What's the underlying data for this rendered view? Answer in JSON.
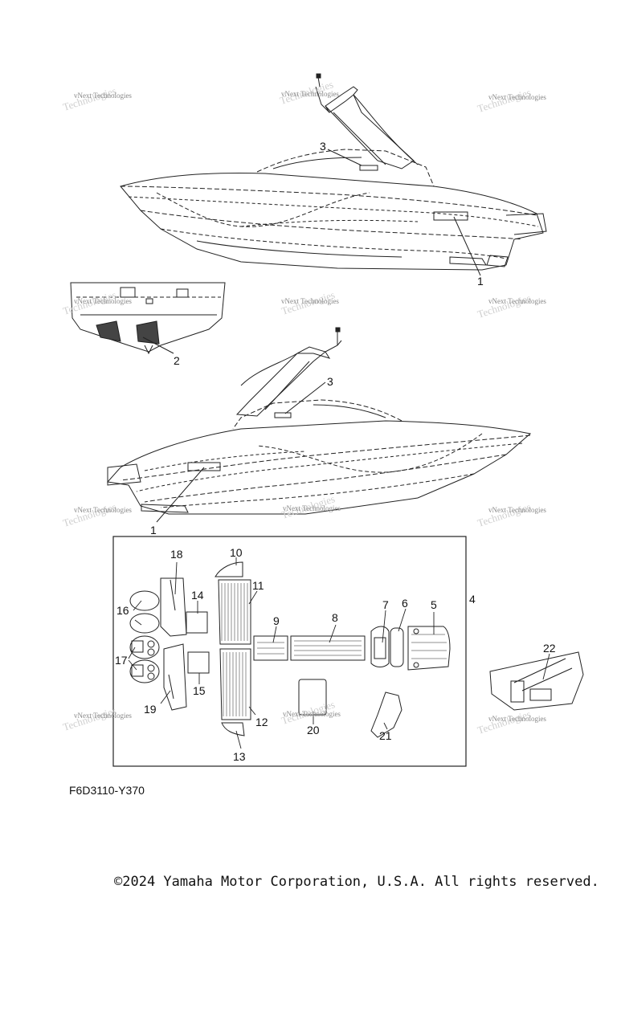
{
  "callouts": {
    "c1a": "1",
    "c1b": "1",
    "c2": "2",
    "c3a": "3",
    "c3b": "3",
    "c4": "4",
    "c5": "5",
    "c6": "6",
    "c7": "7",
    "c8": "8",
    "c9": "9",
    "c10": "10",
    "c11": "11",
    "c12": "12",
    "c13": "13",
    "c14": "14",
    "c15": "15",
    "c16": "16",
    "c17": "17",
    "c18": "18",
    "c19": "19",
    "c20": "20",
    "c21": "21",
    "c22": "22"
  },
  "watermark": {
    "text": "vNext Technologies"
  },
  "diagram_code": "F6D3110-Y370",
  "copyright": "©2024 Yamaha Motor Corporation, U.S.A. All rights reserved."
}
